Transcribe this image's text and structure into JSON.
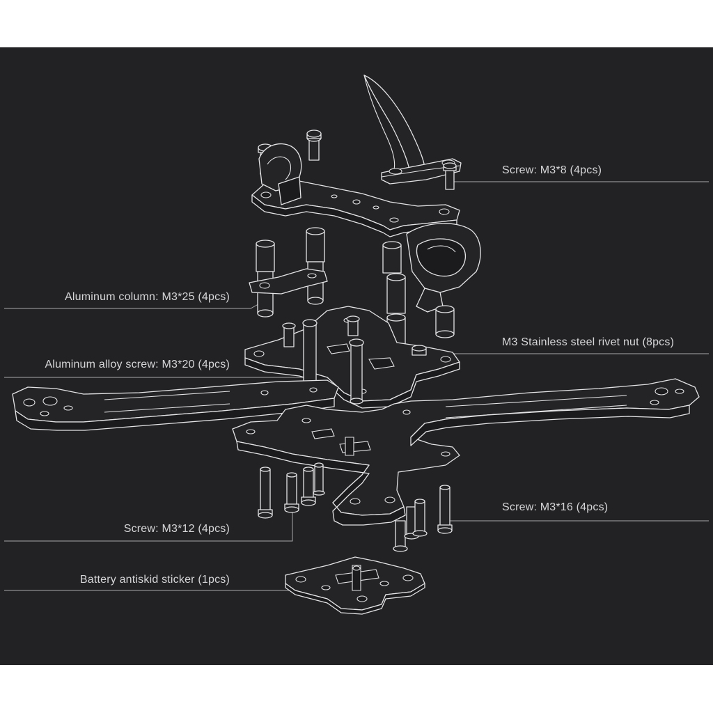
{
  "colors": {
    "background": "#222224",
    "line": "#e4e4e6",
    "text": "#d6d6d8"
  },
  "labels": {
    "screw_m3x8": "Screw: M3*8 (4pcs)",
    "aluminum_column": "Aluminum column: M3*25 (4pcs)",
    "rivet_nut": "M3 Stainless steel rivet nut (8pcs)",
    "aluminum_alloy_screw": "Aluminum alloy screw: M3*20 (4pcs)",
    "screw_m3x16": "Screw: M3*16 (4pcs)",
    "screw_m3x12": "Screw: M3*12 (4pcs)",
    "battery_sticker": "Battery antiskid sticker (1pcs)"
  }
}
